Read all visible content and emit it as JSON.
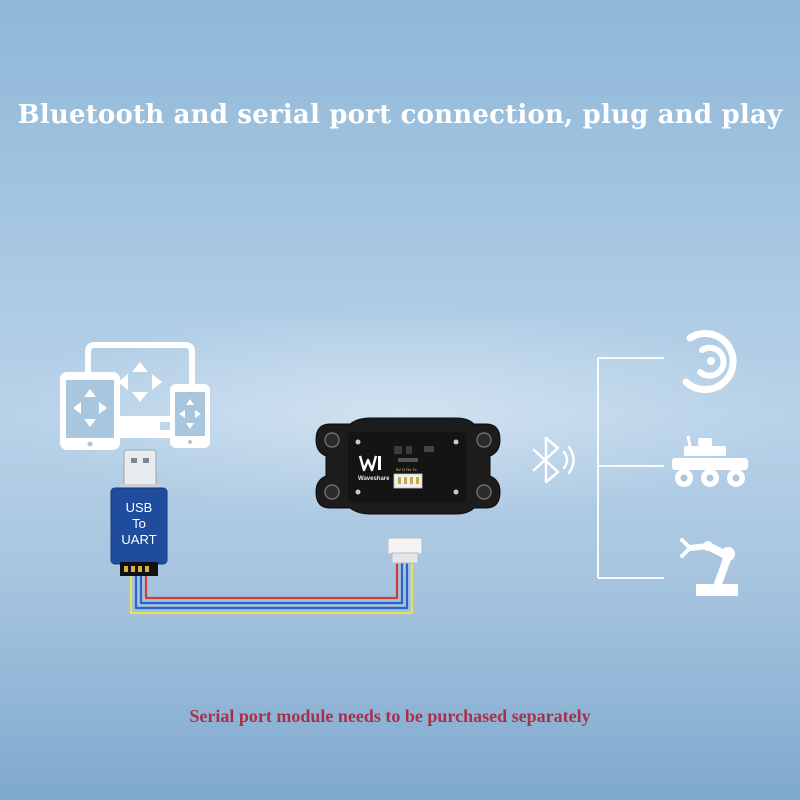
{
  "headline": "Bluetooth and serial port connection, plug and play",
  "usb_adapter": {
    "line1": "USB",
    "line2": "To",
    "line3": "UART"
  },
  "module": {
    "brand": "Waveshare",
    "pins": "5V G Rx Tx"
  },
  "footnote": "Serial port module needs to be purchased separately",
  "icons": {
    "devices": "multi-device-icon",
    "usb": "usb-plug-icon",
    "bluetooth": "bluetooth-icon",
    "radar": "radar-icon",
    "robot_car": "robot-car-icon",
    "robot_arm": "robot-arm-icon"
  },
  "colors": {
    "headline": "#ffffff",
    "footnote": "#a8304a",
    "usb_adapter": "#1f4c9c",
    "module_body": "#1c1c1c",
    "wire_red": "#d23a3a",
    "wire_blue": "#2d62c8",
    "wire_yellow": "#e7e05a"
  }
}
